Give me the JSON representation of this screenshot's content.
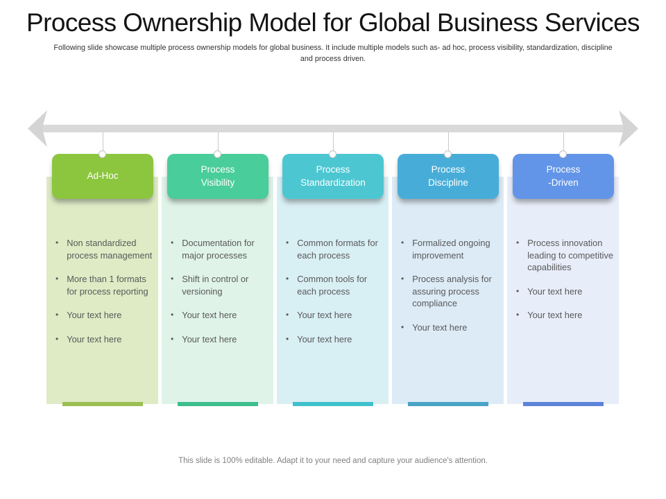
{
  "slide": {
    "title": "Process Ownership Model for Global Business Services",
    "subtitle": "Following slide showcase multiple process ownership models for global business. It include multiple  models such as- ad hoc, process visibility, standardization, discipline\nand process driven.",
    "footer": "This slide is 100% editable. Adapt it to your need and capture your audience's attention."
  },
  "timeline": {
    "direction": "bidirectional",
    "shaft_color": "#D9D9D9",
    "arrowhead_color": "#D4D4D4"
  },
  "columns": [
    {
      "label": "Ad-Hoc",
      "header_color": "#8CC63F",
      "panel_color": "#DEEBC5",
      "bar_color": "#9BBF52",
      "bullets": [
        "Non standardized process management",
        "More than 1 formats for process reporting",
        "Your text here",
        "Your text here"
      ]
    },
    {
      "label": "Process\nVisibility",
      "header_color": "#49CD9A",
      "panel_color": "#DFF3E9",
      "bar_color": "#3EBE8D",
      "bullets": [
        "Documentation for major processes",
        "Shift in control or versioning",
        "Your text here",
        "Your text here"
      ]
    },
    {
      "label": "Process\nStandardization",
      "header_color": "#4CC7D2",
      "panel_color": "#D8EFF4",
      "bar_color": "#3FC1CD",
      "bullets": [
        "Common formats for each process",
        "Common tools for each process",
        "Your text here",
        "Your text here"
      ]
    },
    {
      "label": "Process\nDiscipline",
      "header_color": "#47ADD8",
      "panel_color": "#DCEBF6",
      "bar_color": "#4AA3C6",
      "bullets": [
        "Formalized ongoing improvement",
        "Process analysis for assuring process compliance",
        "Your text here"
      ]
    },
    {
      "label": "Process\n-Driven",
      "header_color": "#6295E8",
      "panel_color": "#E7EDF9",
      "bar_color": "#5B83D8",
      "bullets": [
        "Process innovation leading to competitive capabilities",
        "Your text here",
        "Your text here"
      ]
    }
  ]
}
